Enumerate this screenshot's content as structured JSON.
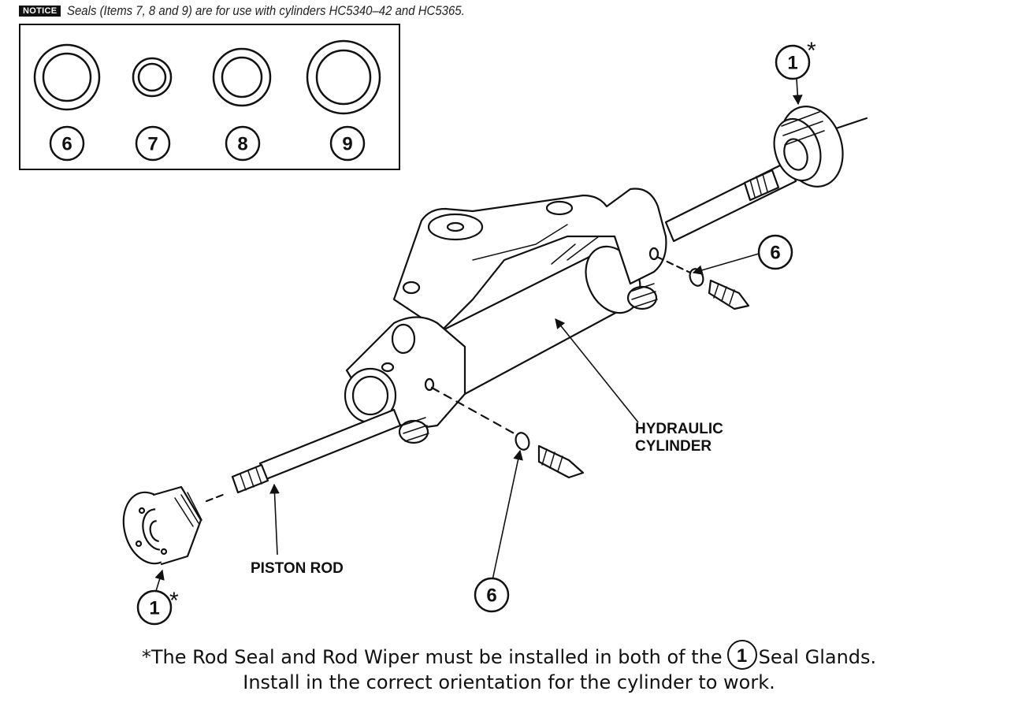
{
  "notice": {
    "badge": "NOTICE",
    "text": "Seals (Items 7, 8 and 9) are for use with cylinders HC5340–42 and HC5365."
  },
  "inset": {
    "seals": [
      {
        "number": "6"
      },
      {
        "number": "7"
      },
      {
        "number": "8"
      },
      {
        "number": "9"
      }
    ]
  },
  "callouts": {
    "top_gland": "1",
    "top_gland_mark": "*",
    "right_fitting_seal": "6",
    "bottom_fitting_seal": "6",
    "bottom_gland": "1",
    "bottom_gland_mark": "*"
  },
  "labels": {
    "hydraulic_line1": "HYDRAULIC",
    "hydraulic_line2": "CYLINDER",
    "piston_rod": "PISTON ROD"
  },
  "footer": {
    "line1_before": "*The Rod Seal and Rod Wiper must be installed in both of the",
    "line1_num": "1",
    "line1_after": "Seal Glands.",
    "line2": "Install in the correct orientation for the cylinder to work."
  }
}
